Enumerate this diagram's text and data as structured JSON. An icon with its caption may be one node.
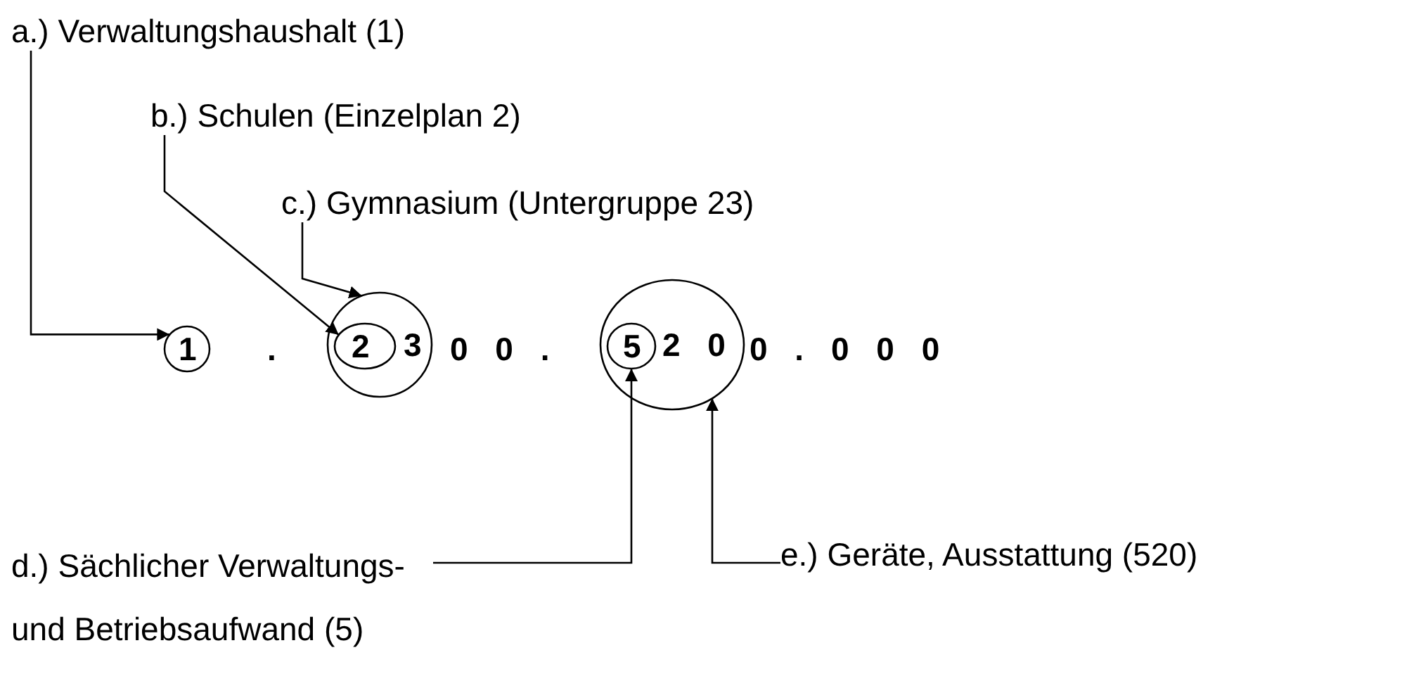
{
  "diagram": {
    "nodes": [
      {
        "text": [
          "a.) Verwaltungshaushalt (1)"
        ]
      },
      {
        "text": [
          "b.) Schulen (Einzelplan 2)"
        ]
      },
      {
        "text": [
          "c.) Gymnasium (Untergruppe 23)"
        ]
      },
      {
        "text": [
          "d.) Sächlicher Verwaltungs- und Betriebsaufwand (5)"
        ]
      },
      {
        "text": [
          "e.) Geräte, Ausstattung (520)"
        ]
      },
      {
        "text": [
          "1"
        ]
      },
      {
        "text": [
          "3"
        ]
      },
      {
        "text": [
          "2"
        ],
        "in": 6
      },
      {
        "text": [
          "2 0"
        ]
      },
      {
        "text": [
          "5"
        ],
        "in": 8
      }
    ],
    "edges": [
      {
        "from": 0,
        "to": 5,
        "arrow": "to"
      },
      {
        "from": 1,
        "to": 7,
        "arrow": "to"
      },
      {
        "from": 2,
        "to": 6,
        "arrow": "to"
      },
      {
        "from": 3,
        "to": 9,
        "arrow": "to"
      },
      {
        "from": 4,
        "to": 8,
        "arrow": "to"
      }
    ],
    "labels": [
      ".",
      "0 0 .",
      "0 . 0 0 0"
    ]
  }
}
